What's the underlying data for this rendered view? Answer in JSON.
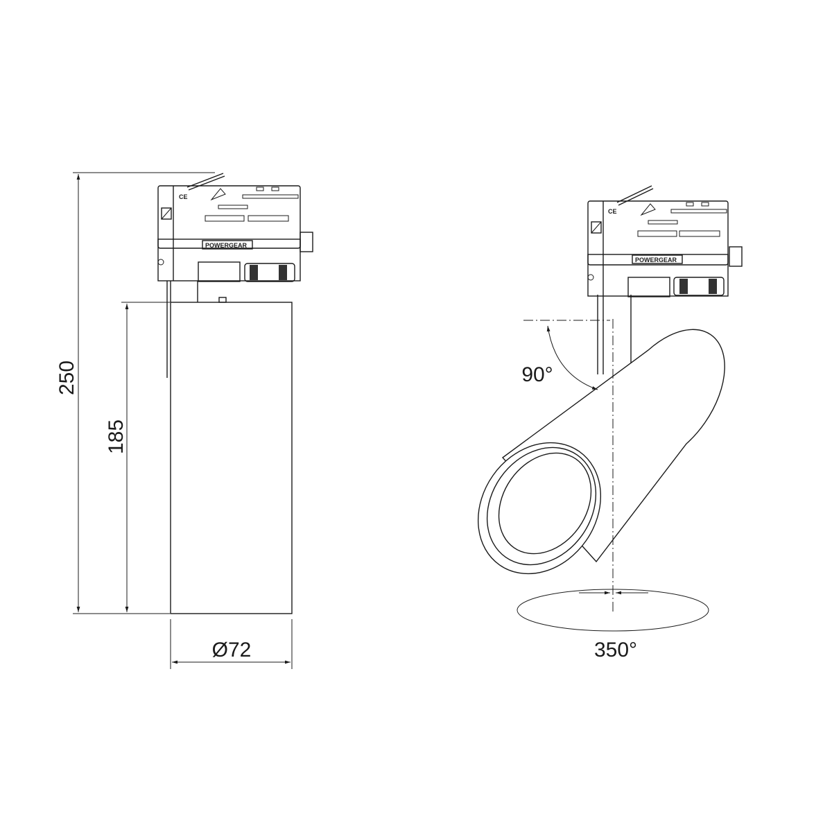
{
  "dimensions": {
    "overall_height": "250",
    "body_height": "185",
    "diameter": "Ø72",
    "tilt_angle": "90°",
    "rotation_angle": "350°"
  },
  "adapter": {
    "brand_label": "POWERGEAR",
    "mark": "CE"
  },
  "colors": {
    "line": "#1a1a1a",
    "background": "#ffffff"
  }
}
